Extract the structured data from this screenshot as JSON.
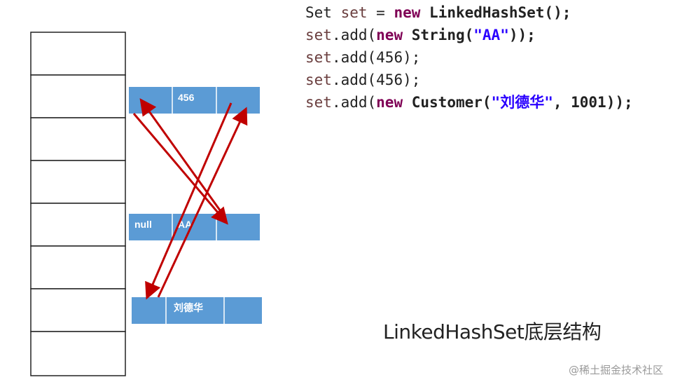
{
  "code": {
    "lines": [
      [
        {
          "t": "Set ",
          "c": "plain"
        },
        {
          "t": "set",
          "c": "var"
        },
        {
          "t": " = ",
          "c": "plain"
        },
        {
          "t": "new",
          "c": "kw"
        },
        {
          "t": " ",
          "c": "plain"
        },
        {
          "t": "LinkedHashSet",
          "c": "cls"
        },
        {
          "t": "();",
          "c": "cls"
        }
      ],
      [
        {
          "t": "set",
          "c": "var"
        },
        {
          "t": ".add(",
          "c": "plain"
        },
        {
          "t": "new",
          "c": "kw"
        },
        {
          "t": " ",
          "c": "plain"
        },
        {
          "t": "String(",
          "c": "cls"
        },
        {
          "t": "\"AA\"",
          "c": "str"
        },
        {
          "t": "));",
          "c": "cls"
        }
      ],
      [
        {
          "t": "set",
          "c": "var"
        },
        {
          "t": ".add(456);",
          "c": "plain"
        }
      ],
      [
        {
          "t": "set",
          "c": "var"
        },
        {
          "t": ".add(456);",
          "c": "plain"
        }
      ],
      [
        {
          "t": "set",
          "c": "var"
        },
        {
          "t": ".add(",
          "c": "plain"
        },
        {
          "t": "new",
          "c": "kw"
        },
        {
          "t": " ",
          "c": "plain"
        },
        {
          "t": "Customer(",
          "c": "cls"
        },
        {
          "t": "\"刘德华\"",
          "c": "str"
        },
        {
          "t": ", 1001));",
          "c": "cls"
        }
      ]
    ]
  },
  "nodes": {
    "node_456": {
      "prev": "",
      "value": "456",
      "next": ""
    },
    "node_aa": {
      "prev": "null",
      "value": "AA",
      "next": ""
    },
    "node_liu": {
      "prev": "",
      "value": "刘德华",
      "next": ""
    }
  },
  "caption": "LinkedHashSet底层结构",
  "watermark": "@稀土掘金技术社区",
  "colors": {
    "node_fill": "#5b9bd5",
    "node_divider": "#ffffff",
    "arrow": "#c00000",
    "table_border": "#222222"
  }
}
